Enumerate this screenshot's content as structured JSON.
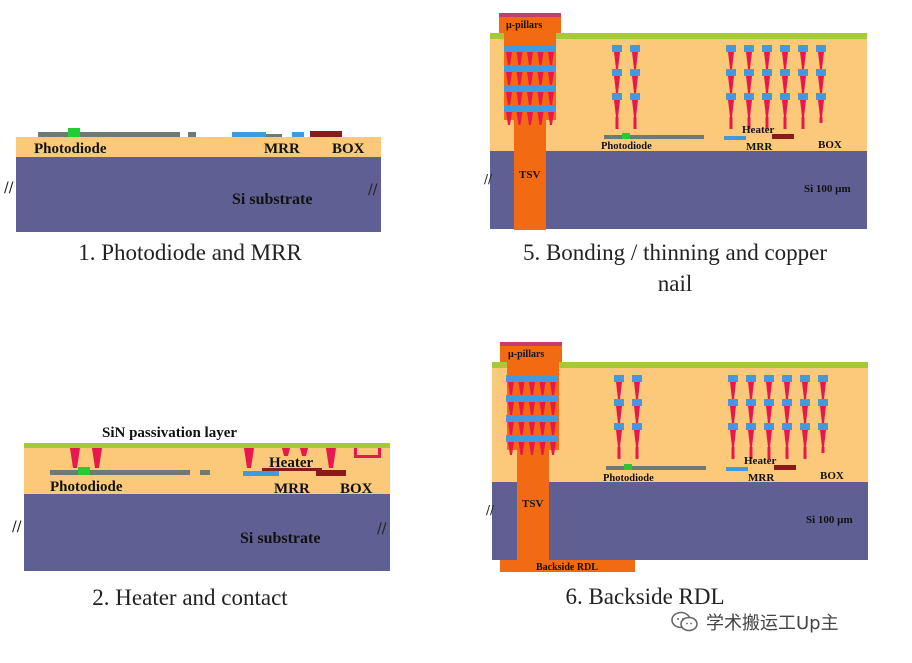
{
  "colors": {
    "oxide": "#fcc97a",
    "substrate": "#5f5f93",
    "sin": "#a6c93a",
    "via": "#e8184f",
    "pad": "#3f9be0",
    "heater": "#8b1a1a",
    "germanium": "#22cc33",
    "tsv": "#f26a12",
    "waveguide": "#6f7a74",
    "pillar_top": "#c83c6c"
  },
  "panels": {
    "p1": {
      "caption": "1. Photodiode and MRR",
      "photodiode": "Photodiode",
      "mrr": "MRR",
      "box": "BOX",
      "substrate": "Si substrate"
    },
    "p2": {
      "caption": "2. Heater and contact",
      "sin": "SiN passivation layer",
      "heater": "Heater",
      "photodiode": "Photodiode",
      "mrr": "MRR",
      "box": "BOX",
      "substrate": "Si substrate"
    },
    "p5": {
      "caption_line1": "5. Bonding / thinning and copper",
      "caption_line2": "nail",
      "pillars": "µ-pillars",
      "tsv": "TSV",
      "heater": "Heater",
      "photodiode": "Photodiode",
      "mrr": "MRR",
      "box": "BOX",
      "substrate": "Si 100 µm"
    },
    "p6": {
      "caption": "6. Backside RDL",
      "pillars": "µ-pillars",
      "tsv": "TSV",
      "heater": "Heater",
      "photodiode": "Photodiode",
      "mrr": "MRR",
      "box": "BOX",
      "substrate": "Si 100 µm",
      "rdl": "Backside RDL"
    }
  },
  "watermark": "学术搬运工Up主"
}
